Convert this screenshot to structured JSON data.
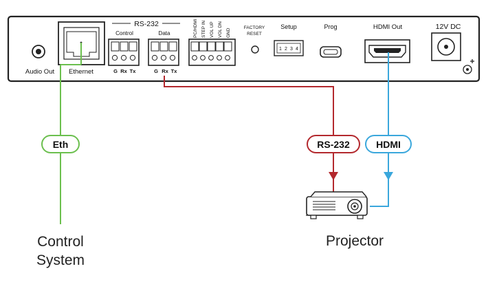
{
  "panel": {
    "ports": {
      "audio_out": "Audio Out",
      "ethernet": "Ethernet",
      "rs232_group": "RS-232",
      "control": "Control",
      "data": "Data",
      "pins": [
        "G",
        "Rx",
        "Tx"
      ],
      "gpio_pins": [
        "PC/HDMI",
        "STEP IN",
        "VOL UP",
        "VOL DN",
        "GND"
      ],
      "factory_reset_line1": "FACTORY",
      "factory_reset_line2": "RESET",
      "setup": "Setup",
      "dip_numbers": [
        "1",
        "2",
        "3",
        "4"
      ],
      "prog": "Prog",
      "hdmi_out": "HDMI Out",
      "power": "12V DC"
    }
  },
  "connections": {
    "eth_label": "Eth",
    "rs232_label": "RS-232",
    "hdmi_label": "HDMI"
  },
  "devices": {
    "control_system_line1": "Control",
    "control_system_line2": "System",
    "projector": "Projector"
  },
  "colors": {
    "eth": "#6bbf4e",
    "rs232": "#b3282d",
    "hdmi": "#3aa7dc",
    "panel_border": "#222222"
  }
}
